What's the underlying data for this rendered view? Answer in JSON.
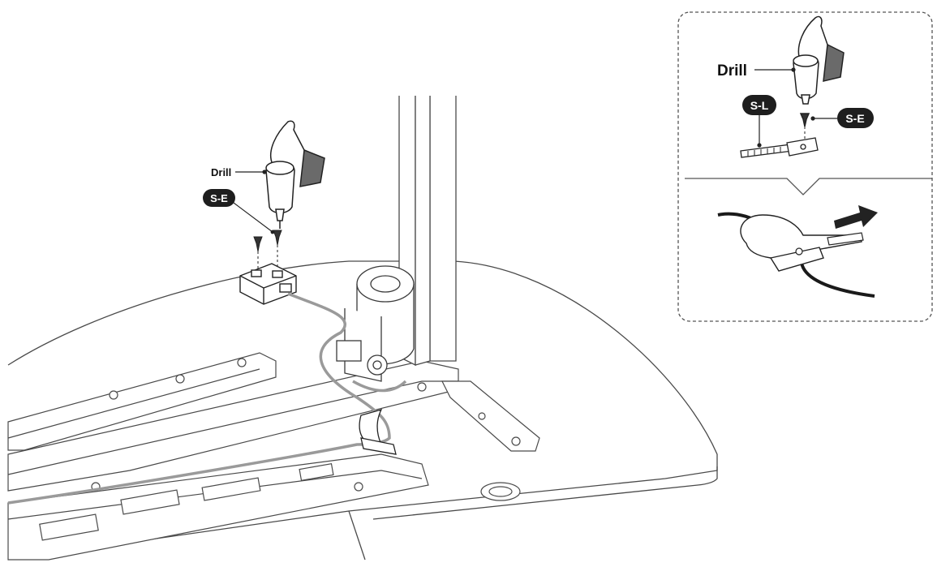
{
  "main_scene": {
    "drill_label": "Drill",
    "screw_badge": "S-E"
  },
  "detail_inset": {
    "drill_label": "Drill",
    "strap_badge": "S-L",
    "screw_badge": "S-E"
  },
  "colors": {
    "line": "#3a3a3a",
    "cable": "#9a9a9a",
    "badge_fill": "#1e1e1e",
    "inset_border": "#555555"
  }
}
